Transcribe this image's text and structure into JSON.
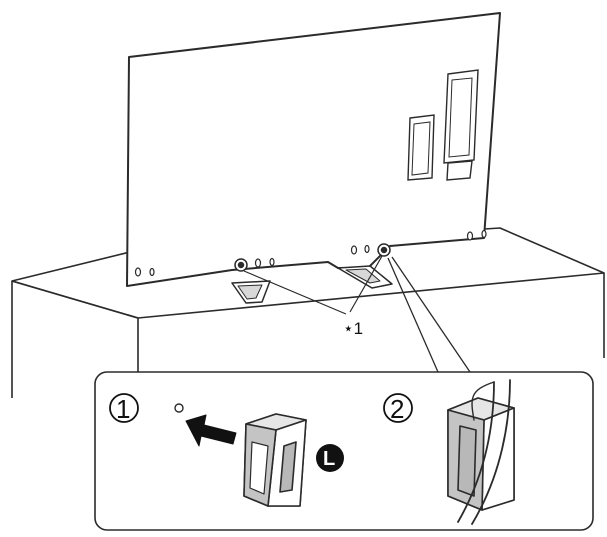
{
  "callout": {
    "label": "⋆1"
  },
  "steps": [
    {
      "number": "1"
    },
    {
      "number": "2"
    }
  ],
  "side_badge": {
    "letter": "L"
  },
  "colors": {
    "line": "#2b2b2b",
    "panel_fill": "#ffffff",
    "shade": "#b8b8b8",
    "badge": "#111111"
  }
}
